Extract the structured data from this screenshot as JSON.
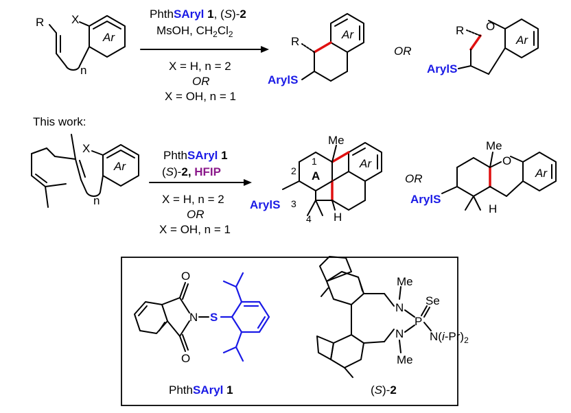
{
  "row1": {
    "substrate": {
      "r": "R",
      "x": "X",
      "ar": "Ar",
      "n": "n"
    },
    "reagents_line1": {
      "a": "Phth",
      "b": "SAryl",
      "c": " 1",
      "d": ", (",
      "e": "S",
      "f": ")-",
      "g": "2"
    },
    "reagents_line2": {
      "a": "MsOH, CH",
      "b": "2",
      "c": "Cl",
      "d": "2"
    },
    "cond1": "X = H, n = 2",
    "or_mid": "OR",
    "cond2": "X = OH, n = 1",
    "product1": {
      "r": "R",
      "ar": "Ar",
      "aryls": "ArylS"
    },
    "or_between": "OR",
    "product2": {
      "r": "R",
      "o": "O",
      "ar": "Ar",
      "aryls": "ArylS"
    }
  },
  "section_label": "This work:",
  "row2": {
    "substrate": {
      "x": "X",
      "ar": "Ar",
      "n": "n"
    },
    "reagents_line1": {
      "a": "Phth",
      "b": "SAryl",
      "c": " 1"
    },
    "reagents_line2": {
      "a": "(",
      "b": "S",
      "c": ")-",
      "d": "2",
      "e": ", ",
      "f": "HFIP"
    },
    "cond1": "X = H, n = 2",
    "or_mid": "OR",
    "cond2": "X = OH, n = 1",
    "product1": {
      "me": "Me",
      "ar": "Ar",
      "ring": "A",
      "h": "H",
      "aryls": "ArylS",
      "n1": "1",
      "n2": "2",
      "n3": "3",
      "n4": "4"
    },
    "or_between": "OR",
    "product2": {
      "me": "Me",
      "o": "O",
      "ar": "Ar",
      "h": "H",
      "aryls": "ArylS"
    }
  },
  "box": {
    "reagent1": {
      "o1": "O",
      "o2": "O",
      "n": "N",
      "s": "S",
      "label_a": "Phth",
      "label_b": "SAryl",
      "label_c": " 1"
    },
    "reagent2": {
      "me1": "Me",
      "me2": "Me",
      "n1": "N",
      "n2": "N",
      "p": "P",
      "se": "Se",
      "amine": "N(",
      "amine_i": "i",
      "amine_b": "-Pr)",
      "amine_sub": "2",
      "label_a": "(",
      "label_b": "S",
      "label_c": ")-",
      "label_d": "2"
    }
  },
  "colors": {
    "blue": "#1a1ae6",
    "red": "#e01010",
    "purple": "#8b1a8b"
  }
}
